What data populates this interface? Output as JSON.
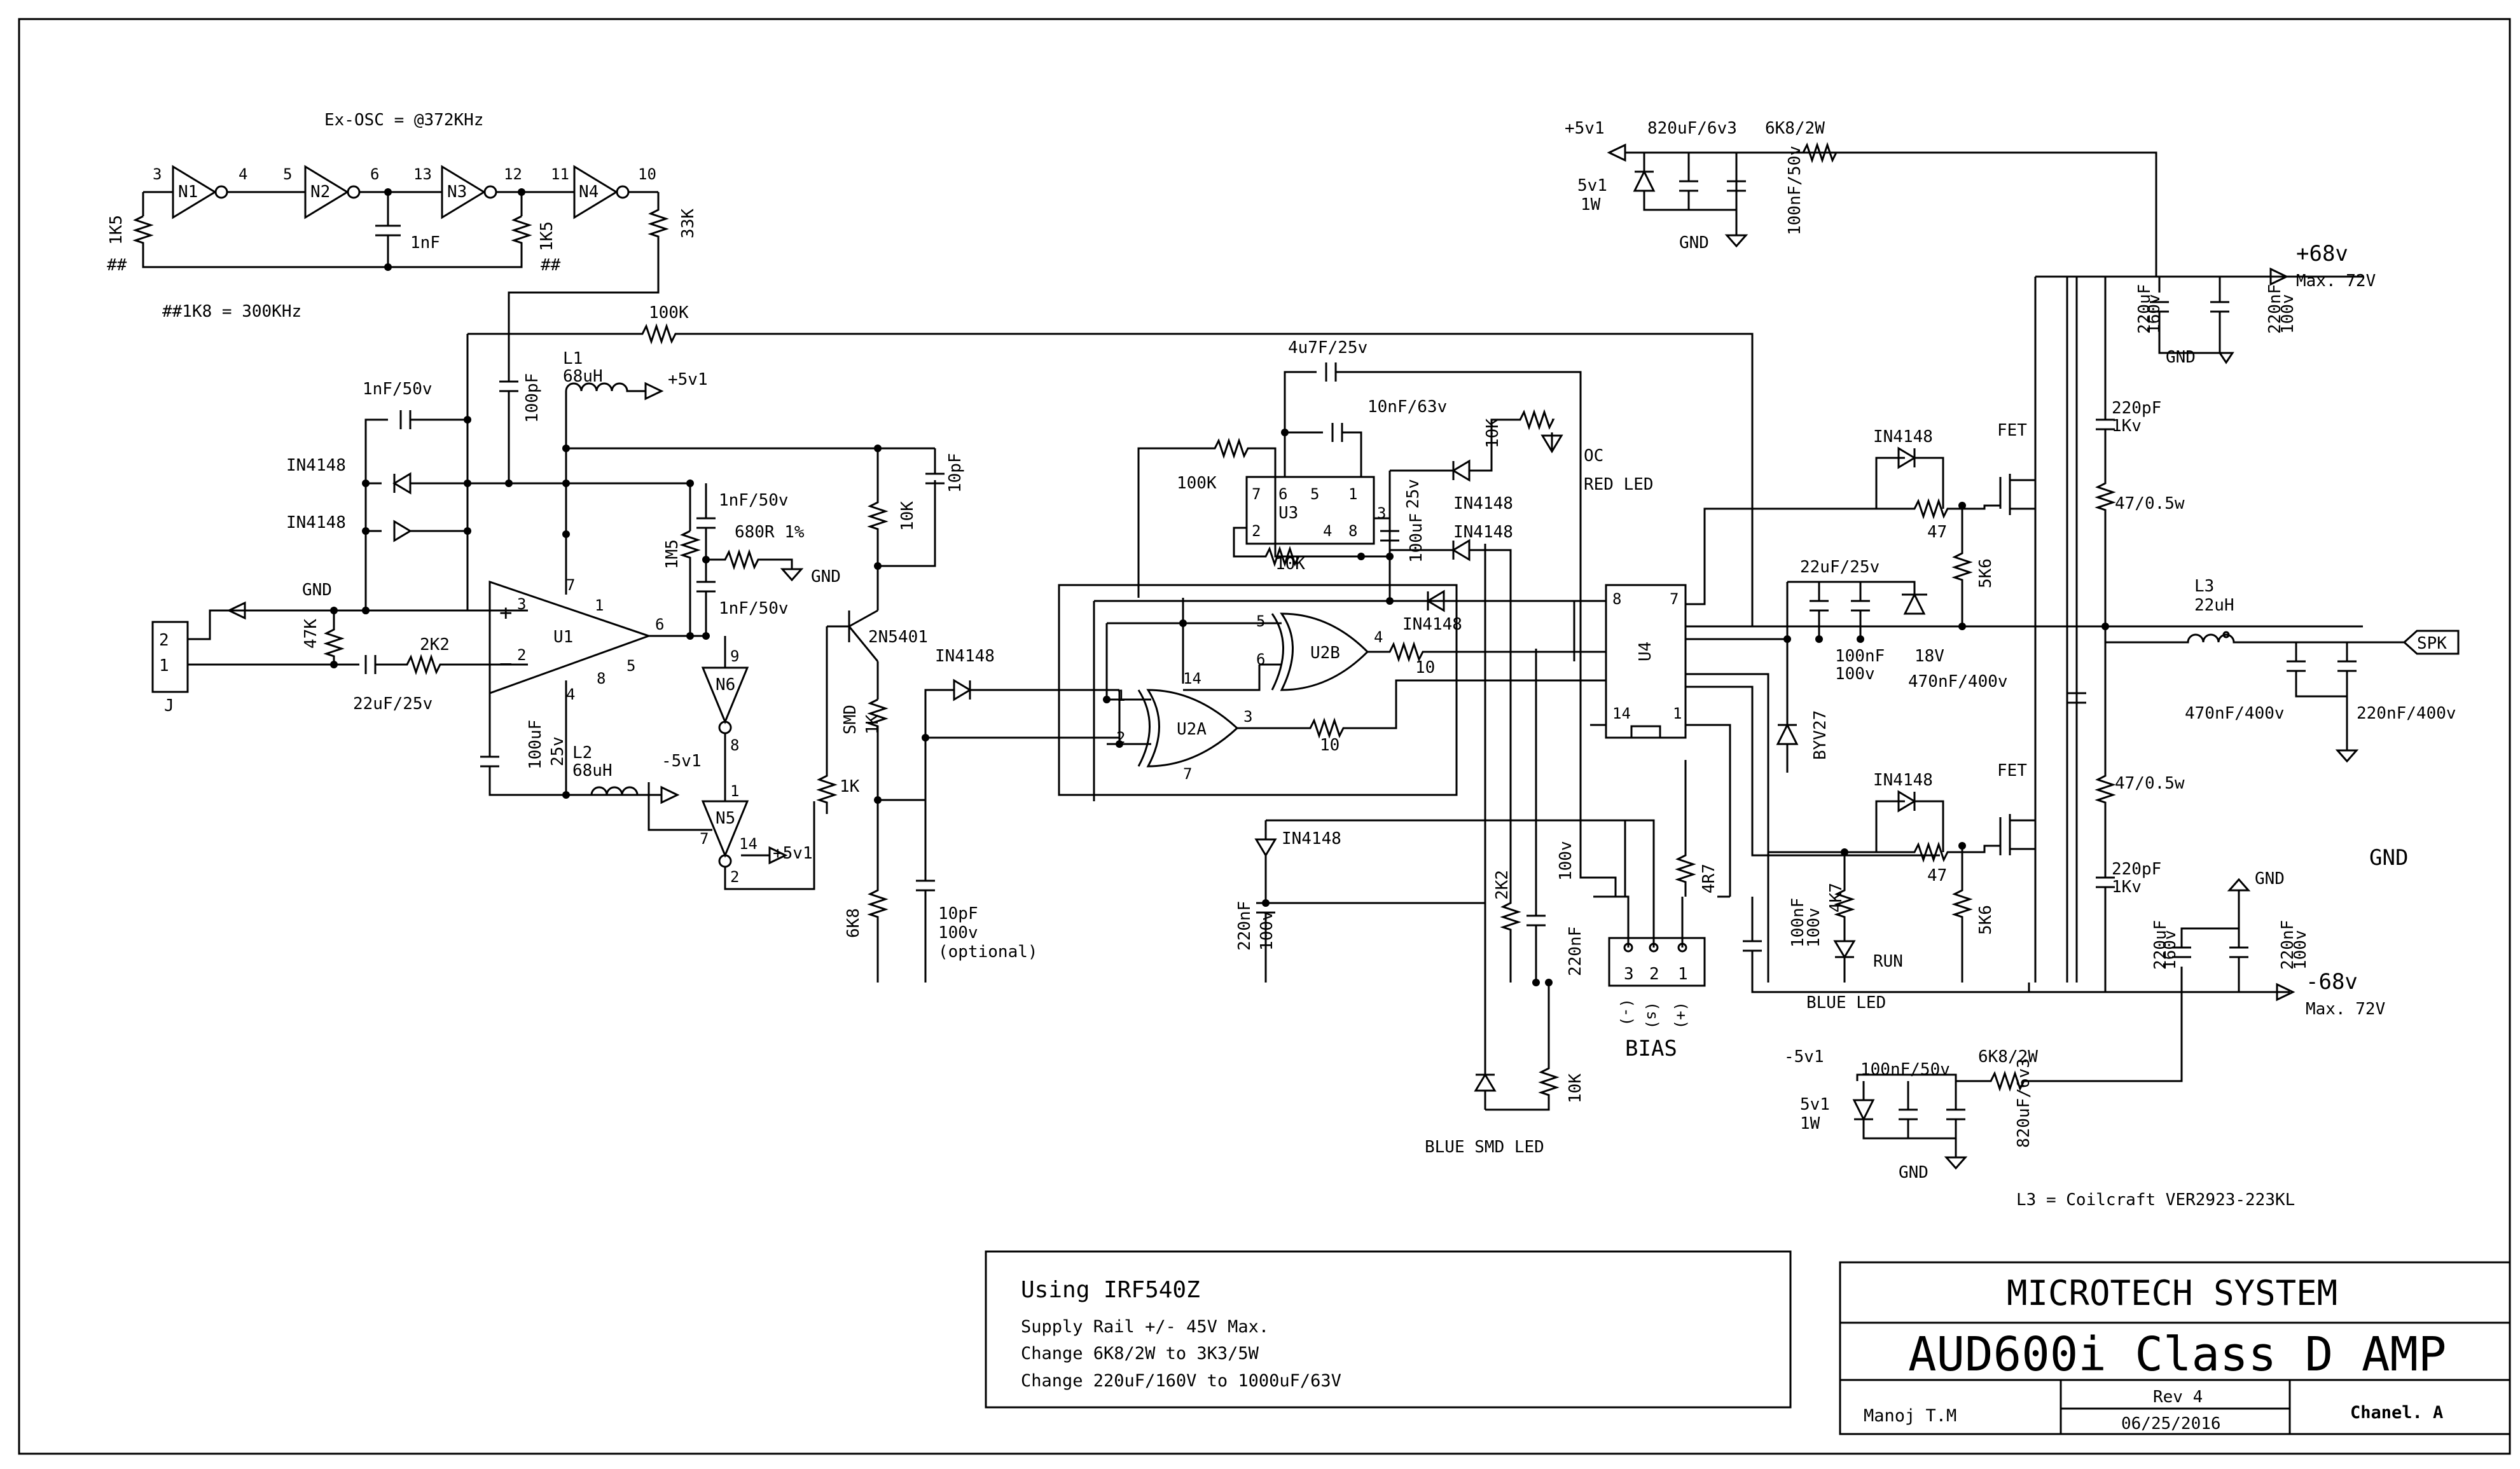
{
  "oscillator": {
    "freq_label": "Ex-OSC = @372KHz",
    "note": "##1K8 = 300KHz",
    "marks": [
      "##",
      "##"
    ],
    "gates": [
      "N1",
      "N2",
      "N3",
      "N4"
    ],
    "pins": [
      "3",
      "4",
      "5",
      "6",
      "13",
      "12",
      "11",
      "10"
    ],
    "r_left": "1K5",
    "r_right": "1K5",
    "cap": "1nF",
    "r_out": "33K"
  },
  "input": {
    "connector": "J",
    "pins": [
      "2",
      "1"
    ],
    "gnd": "GND",
    "r_bias": "47K",
    "r_series": "2K2",
    "cap": "22uF/25v"
  },
  "u1": {
    "name": "U1",
    "pins": [
      "7",
      "3",
      "2",
      "4",
      "8",
      "1",
      "5",
      "6"
    ],
    "plus": "+",
    "minus": "−",
    "cap_top": "1nF/50v",
    "diodes": [
      "IN4148",
      "IN4148"
    ],
    "r_fb": "100K",
    "c_osc": "100pF",
    "l1": "L1",
    "l1_val": "68uH",
    "l1_rail": "+5v1",
    "l2": "L2",
    "l2_val": "68uH",
    "l2_rail": "-5v1",
    "c_bulk": "100uF",
    "c_bulk_v": "25v",
    "r_1m5": "1M5",
    "c_a": "1nF/50v",
    "r_680": "680R 1%",
    "gnd": "GND",
    "c_b": "1nF/50v"
  },
  "n6": {
    "name": "N6",
    "pins": [
      "9",
      "8"
    ]
  },
  "n5": {
    "name": "N5",
    "pins": [
      "1",
      "7",
      "14",
      "2"
    ],
    "rail": "+5v1"
  },
  "level_shift": {
    "c_10pf": "10pF",
    "r_10k": "10K",
    "transistor": "2N5401",
    "smd": "SMD",
    "r_1k_a": "1K",
    "r_1k_b": "1K",
    "r_6k8": "6K8",
    "diode": "IN4148",
    "c_opt": [
      "10pF",
      "100v",
      "(optional)"
    ]
  },
  "logic": {
    "u2a": "U2A",
    "u2b": "U2B",
    "u2a_pins": [
      "1",
      "2",
      "14",
      "3",
      "7"
    ],
    "u2b_pins": [
      "5",
      "6",
      "4"
    ],
    "r_10_a": "10",
    "r_10_b": "10",
    "diode": "IN4148",
    "c_220nf": [
      "220nF",
      "100v"
    ],
    "r_2k2": "2K2",
    "c_220nf_b": "220nF",
    "c_100v": "100v",
    "r_10k_low": "10K",
    "blue_smd_led": "BLUE SMD LED"
  },
  "u3": {
    "name": "U3",
    "pins": [
      "7",
      "6",
      "5",
      "1",
      "2",
      "4",
      "8",
      "3"
    ],
    "cap_top": "4u7F/25v",
    "cap_2": "10nF/63v",
    "r_100k": "100K",
    "r_10k": "10K",
    "cap_100uf": [
      "25v",
      "100uF"
    ],
    "diodes": [
      "IN4148",
      "IN4148",
      "IN4148"
    ],
    "r_led": "10K",
    "oc_led": [
      "OC",
      "RED LED"
    ]
  },
  "u4": {
    "name": "U4",
    "pins": [
      "8",
      "7",
      "14",
      "1"
    ],
    "cap_22uf": "22uF/25v",
    "cap_100nf": [
      "100nF",
      "100v"
    ],
    "zener": "18V",
    "diode_byv": "BYV27",
    "r_4r7": "4R7",
    "c_100nf_b": [
      "100nF",
      "100v"
    ]
  },
  "bias": {
    "label": "BIAS",
    "pins": [
      "3",
      "2",
      "1"
    ],
    "signals": [
      "(-)",
      "(s)",
      "(+)"
    ]
  },
  "output": {
    "fet_hi": "FET",
    "fet_lo": "FET",
    "diode_hi": "IN4148",
    "diode_lo": "IN4148",
    "r_gate_hi": "47",
    "r_gate_lo": "47",
    "r_5k6_hi": "5K6",
    "r_5k6_lo": "5K6",
    "c_470nf": "470nF/400v",
    "r_4k7": "4K7",
    "run_led": "RUN",
    "blue_led": "BLUE LED",
    "snub_c_hi": [
      "220pF",
      "1Kv"
    ],
    "snub_r_hi": "47/0.5w",
    "snub_r_lo": "47/0.5w",
    "snub_c_lo": [
      "220pF",
      "1Kv"
    ],
    "l3": "L3",
    "l3_val": "22uH",
    "spk": "SPK",
    "c_out_a": "470nF/400v",
    "c_out_b": "220nF/400v",
    "gnd": "GND"
  },
  "rails": {
    "pos_rail": "+68v",
    "pos_max": "Max. 72V",
    "neg_rail": "-68v",
    "neg_max": "Max. 72V",
    "pos_cap_a": [
      "220uF",
      "160v"
    ],
    "pos_cap_b": [
      "220nF",
      "100v"
    ],
    "neg_cap_a": [
      "220uF",
      "160v"
    ],
    "neg_cap_b": [
      "220nF",
      "100v"
    ],
    "gnd": "GND",
    "top_supply": {
      "rail": "+5v1",
      "cap": "820uF/6v3",
      "res": "6K8/2W",
      "zener": [
        "5v1",
        "1W"
      ],
      "gnd": "GND",
      "cap_b": "100nF/50v"
    },
    "bottom_supply": {
      "rail": "-5v1",
      "cap": "100nF/50v",
      "res": "6K8/2W",
      "zener": [
        "5v1",
        "1W"
      ],
      "gnd": "GND",
      "cap_b": "820uF/6v3"
    },
    "l3_note": "L3 = Coilcraft VER2923-223KL"
  },
  "notes": {
    "heading": "Using IRF540Z",
    "lines": [
      "Supply Rail +/- 45V Max.",
      "Change 6K8/2W to 3K3/5W",
      "Change 220uF/160V to 1000uF/63V"
    ]
  },
  "titleblock": {
    "company": "MICROTECH SYSTEM",
    "title": "AUD600i Class D AMP",
    "author": "Manoj T.M",
    "rev": "Rev 4",
    "date": "06/25/2016",
    "channel": "Chanel. A"
  }
}
